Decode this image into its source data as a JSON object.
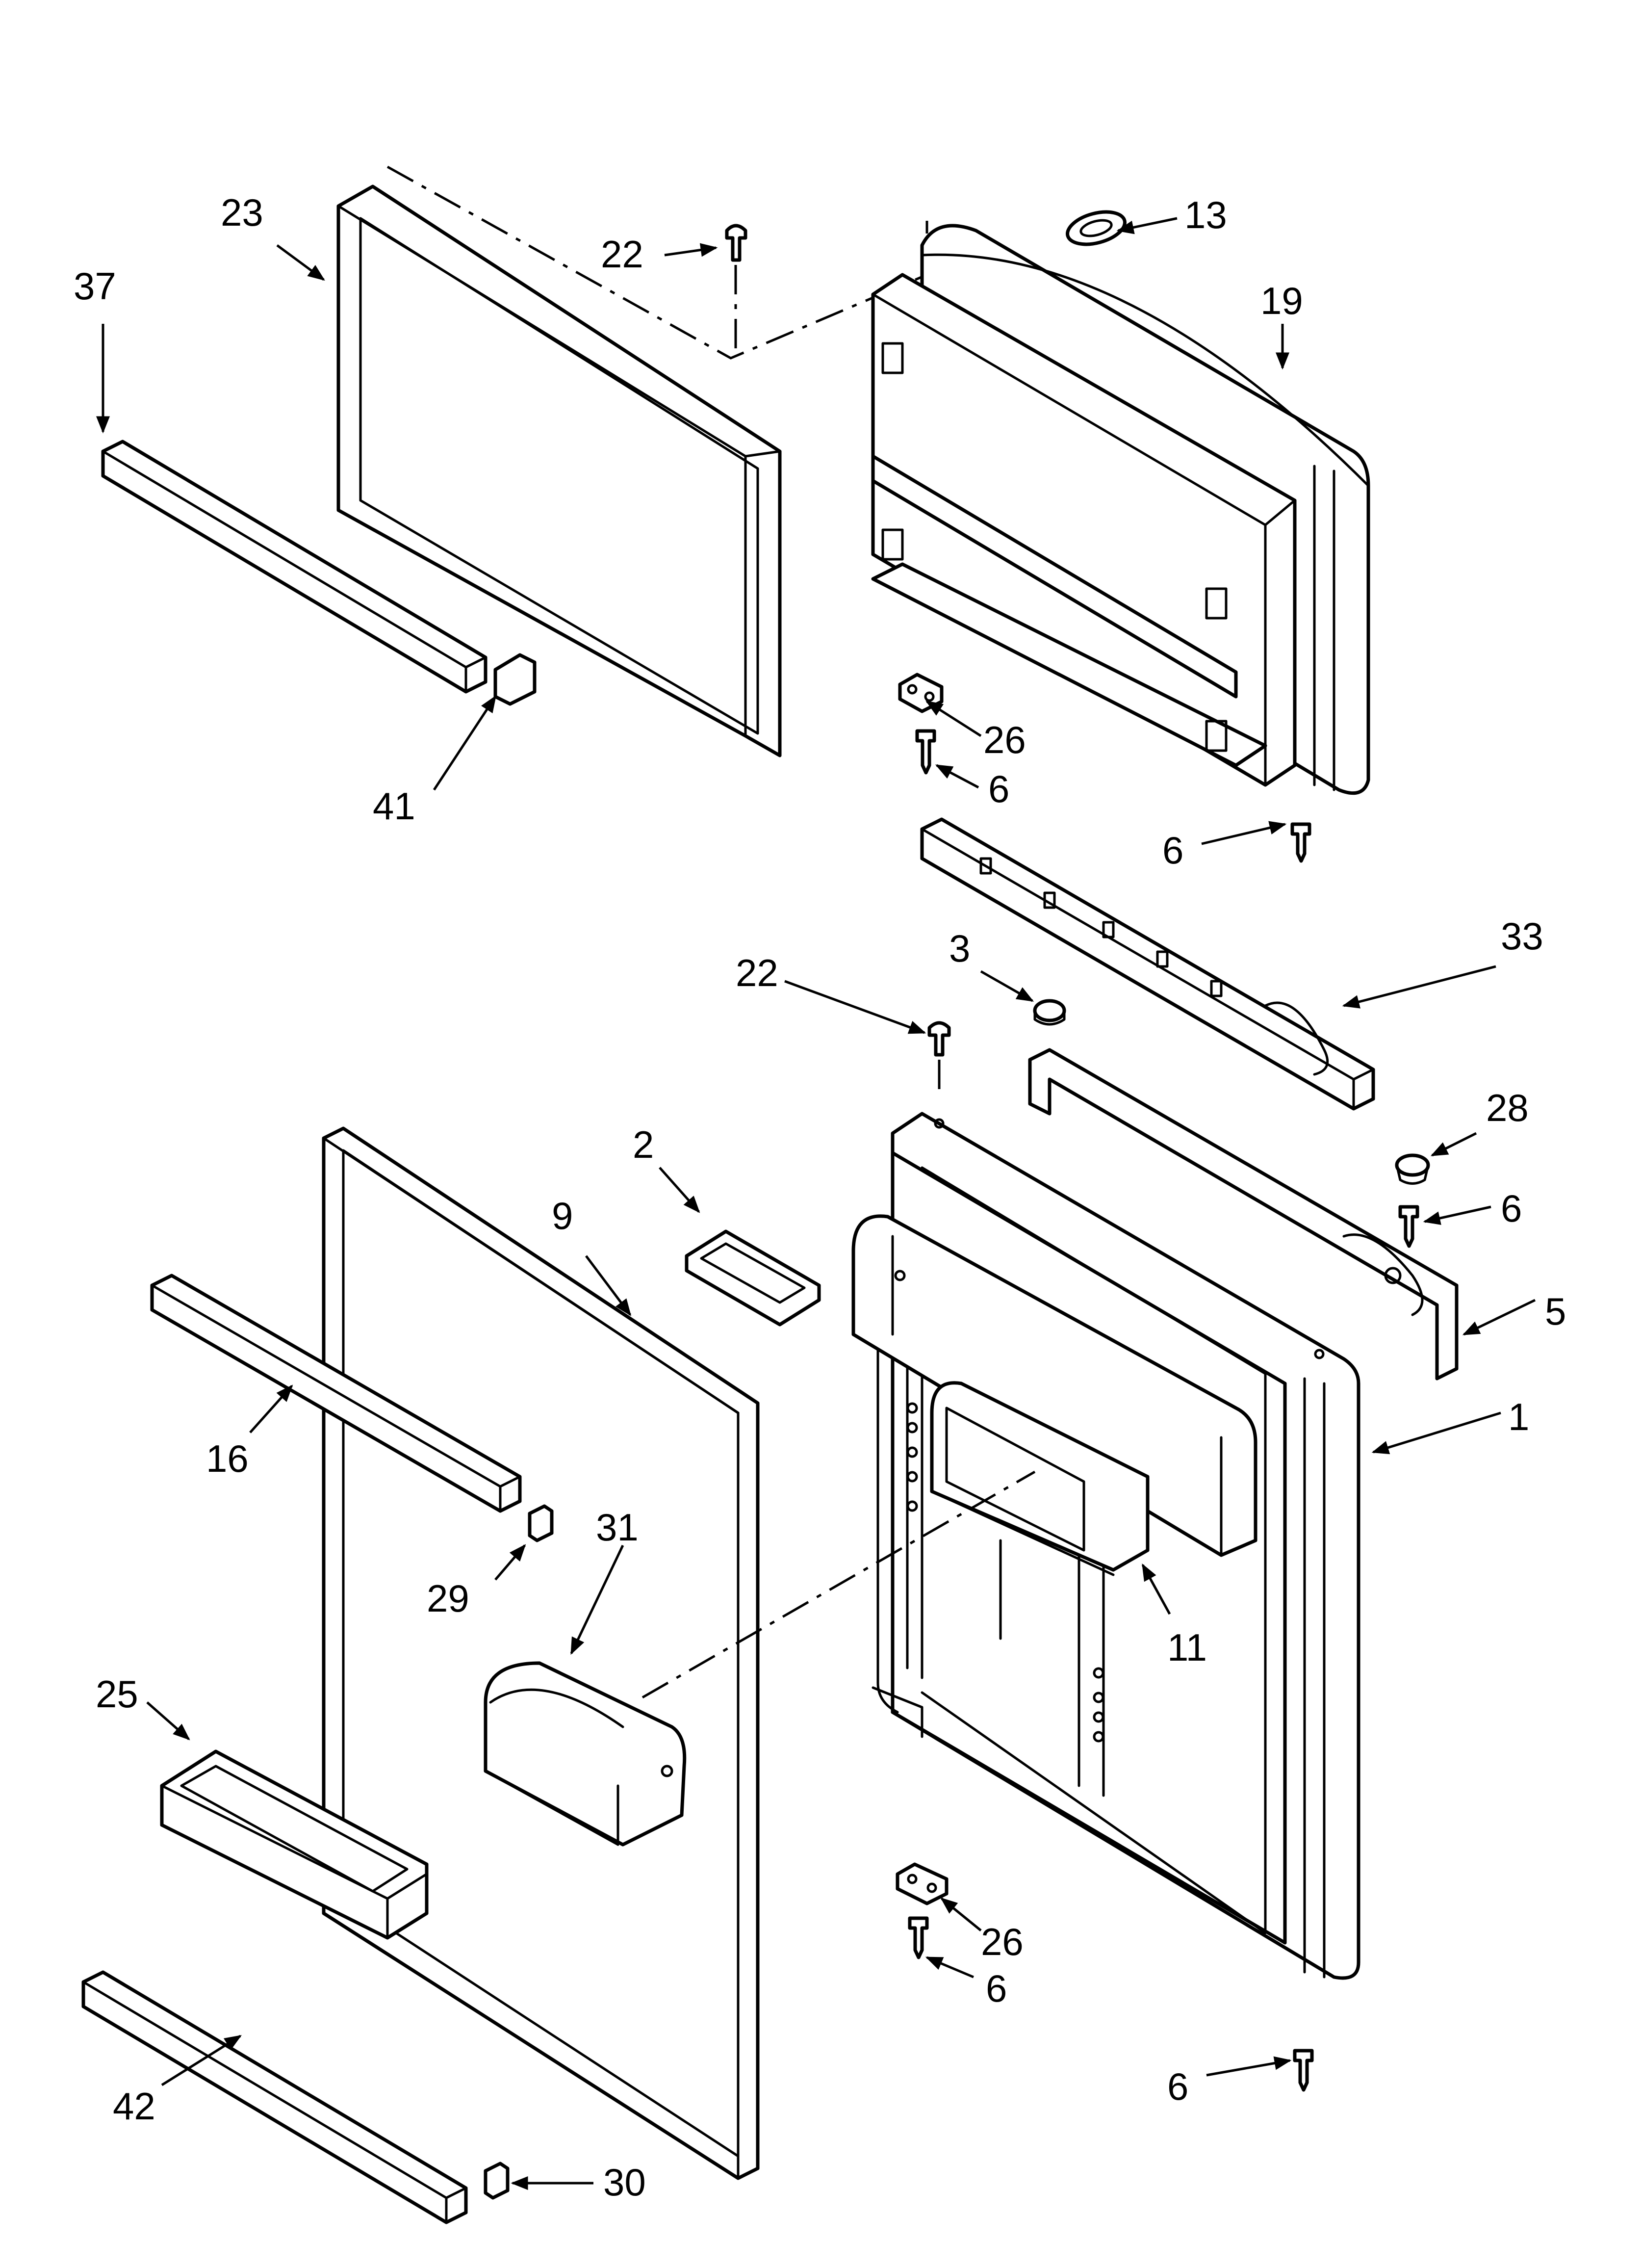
{
  "diagram": {
    "callouts": [
      {
        "id": "p23",
        "text": "23"
      },
      {
        "id": "p37",
        "text": "37"
      },
      {
        "id": "p22a",
        "text": "22"
      },
      {
        "id": "p13",
        "text": "13"
      },
      {
        "id": "p19",
        "text": "19"
      },
      {
        "id": "p41",
        "text": "41"
      },
      {
        "id": "p26a",
        "text": "26"
      },
      {
        "id": "p6a",
        "text": "6"
      },
      {
        "id": "p6b",
        "text": "6"
      },
      {
        "id": "p33",
        "text": "33"
      },
      {
        "id": "p3",
        "text": "3"
      },
      {
        "id": "p22b",
        "text": "22"
      },
      {
        "id": "p2",
        "text": "2"
      },
      {
        "id": "p9",
        "text": "9"
      },
      {
        "id": "p28",
        "text": "28"
      },
      {
        "id": "p6c",
        "text": "6"
      },
      {
        "id": "p5",
        "text": "5"
      },
      {
        "id": "p16",
        "text": "16"
      },
      {
        "id": "p1",
        "text": "1"
      },
      {
        "id": "p29",
        "text": "29"
      },
      {
        "id": "p31",
        "text": "31"
      },
      {
        "id": "p11",
        "text": "11"
      },
      {
        "id": "p25",
        "text": "25"
      },
      {
        "id": "p26b",
        "text": "26"
      },
      {
        "id": "p6d",
        "text": "6"
      },
      {
        "id": "p42",
        "text": "42"
      },
      {
        "id": "p30",
        "text": "30"
      },
      {
        "id": "p6e",
        "text": "6"
      }
    ]
  }
}
